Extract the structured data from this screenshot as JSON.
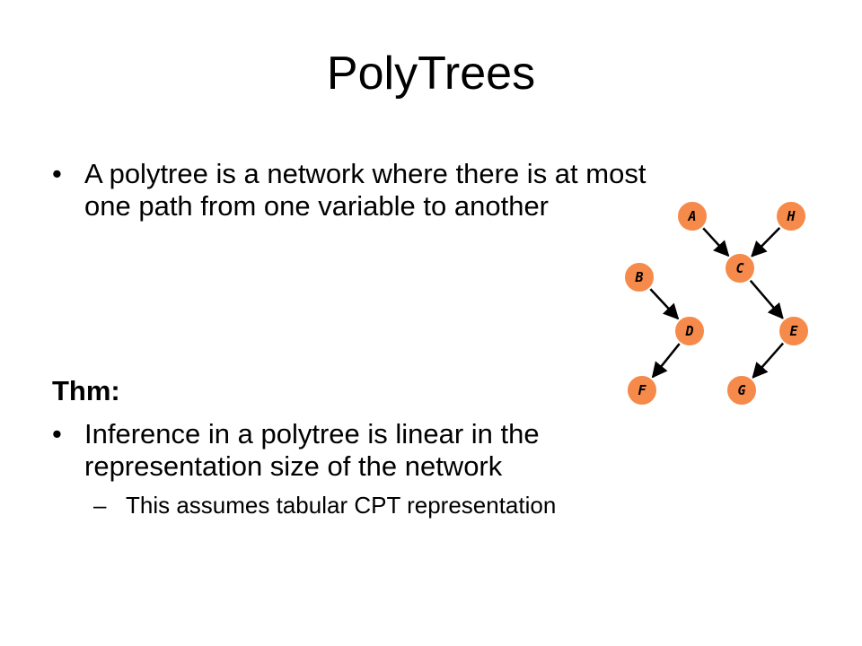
{
  "slide": {
    "title": "PolyTrees",
    "bullet_symbol": "•",
    "dash_symbol": "–",
    "bullets": [
      {
        "line1": "A polytree is a network where there is at most",
        "line2": "one path from one variable to another"
      }
    ],
    "theorem_label": "Thm:",
    "theorem_bullet": {
      "line1": "Inference in a polytree is linear in the",
      "line2": "representation size of the network"
    },
    "sub_bullet": "This assumes tabular CPT representation"
  },
  "network": {
    "node_fill": "#f58a4a",
    "node_stroke": "#ffffff",
    "edge_color": "#000000",
    "nodes": [
      {
        "id": "A",
        "label": "A"
      },
      {
        "id": "H",
        "label": "H"
      },
      {
        "id": "B",
        "label": "B"
      },
      {
        "id": "C",
        "label": "C"
      },
      {
        "id": "D",
        "label": "D"
      },
      {
        "id": "E",
        "label": "E"
      },
      {
        "id": "F",
        "label": "F"
      },
      {
        "id": "G",
        "label": "G"
      }
    ],
    "edges": [
      {
        "from": "A",
        "to": "C"
      },
      {
        "from": "H",
        "to": "C"
      },
      {
        "from": "B",
        "to": "D"
      },
      {
        "from": "C",
        "to": "E"
      },
      {
        "from": "D",
        "to": "F"
      },
      {
        "from": "E",
        "to": "G"
      }
    ]
  }
}
